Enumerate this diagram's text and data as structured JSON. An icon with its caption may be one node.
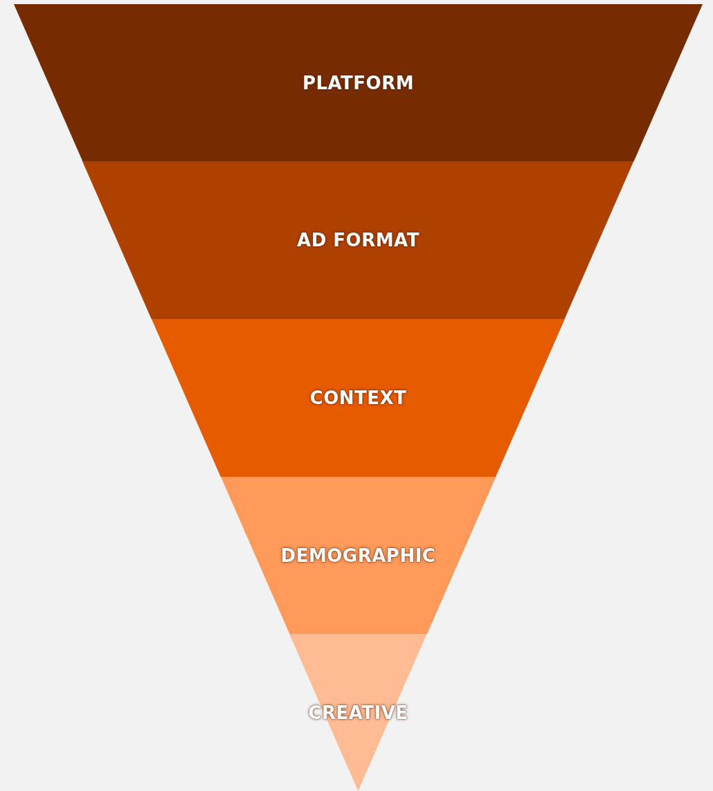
{
  "diagram": {
    "nodes": [
      {
        "text": [
          "PLATFORM"
        ]
      },
      {
        "text": [
          "AD FORMAT"
        ]
      },
      {
        "text": [
          "CONTEXT"
        ]
      },
      {
        "text": [
          "DEMOGRAPHIC"
        ]
      },
      {
        "text": [
          "CREATIVE"
        ]
      }
    ]
  }
}
